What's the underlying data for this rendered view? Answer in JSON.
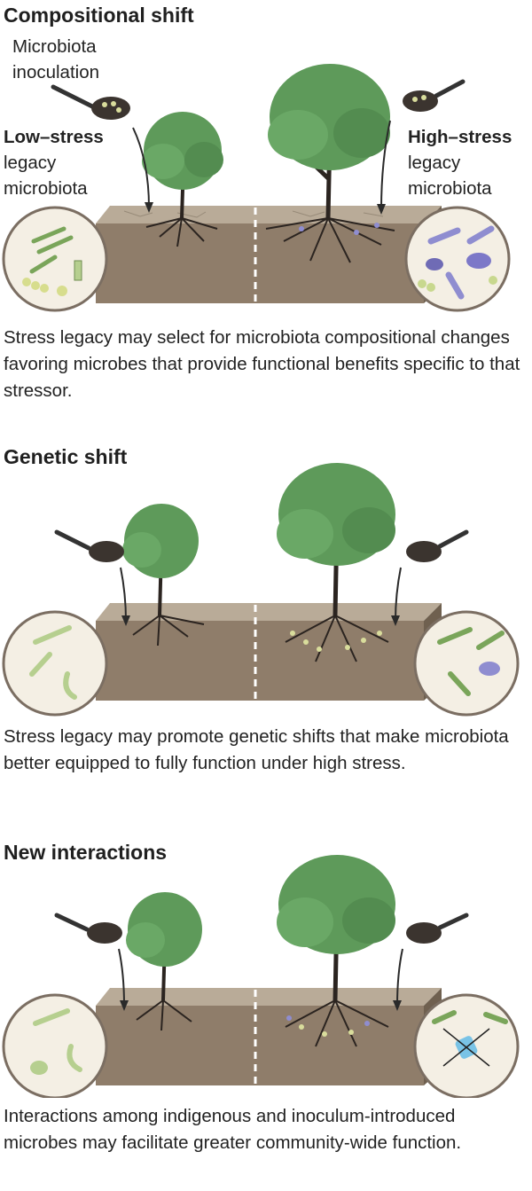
{
  "panels": [
    {
      "title": "Compositional shift",
      "caption": "Stress legacy may select for microbiota compositional changes favoring microbes that provide functional benefits specific to that stressor."
    },
    {
      "title": "Genetic shift",
      "caption": "Stress legacy may promote genetic shifts that make microbiota better equipped to fully function under high stress."
    },
    {
      "title": "New interactions",
      "caption": "Interactions among indigenous and inoculum-introduced microbes may facilitate greater community-wide function."
    }
  ],
  "labels": {
    "inoculation_line1": "Microbiota",
    "inoculation_line2": "inoculation",
    "low_stress_title": "Low–stress",
    "low_stress_line2": "legacy",
    "low_stress_line3": "microbiota",
    "high_stress_title": "High–stress",
    "high_stress_line2": "legacy",
    "high_stress_line3": "microbiota"
  },
  "colors": {
    "soil_front": "#8f7d6a",
    "soil_top": "#b9ab98",
    "tree_leaf": "#5e9a5a",
    "tree_trunk": "#2b2420",
    "microbe_low": "#cdd79a",
    "microbe_high": "#8f8dd0",
    "circle_fill": "#f4efe4"
  }
}
